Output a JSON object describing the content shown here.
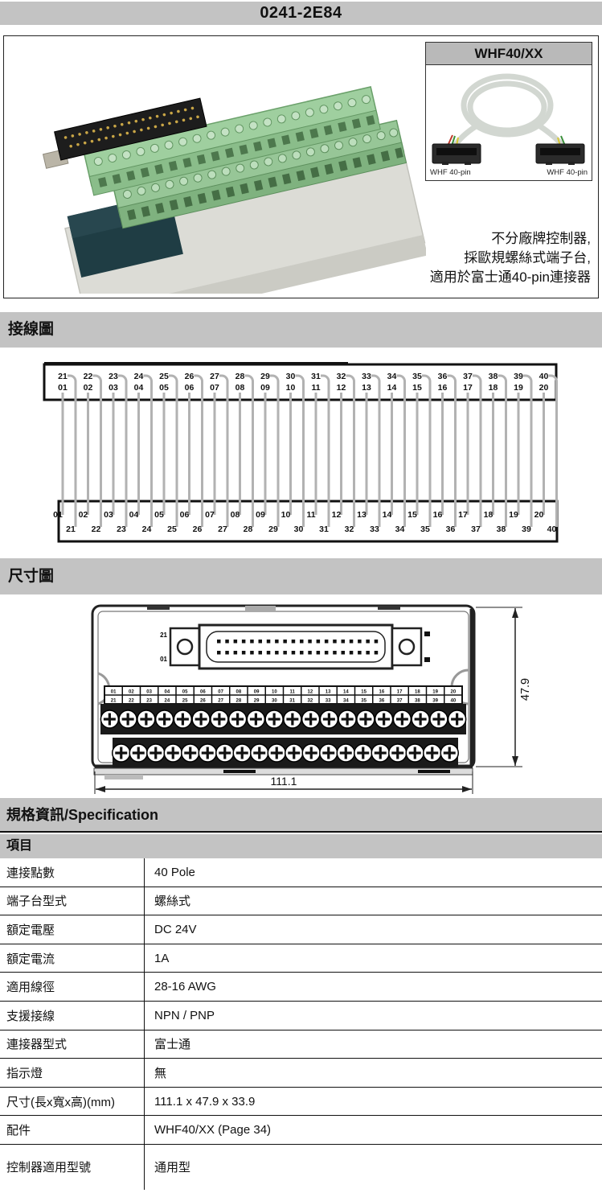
{
  "page": {
    "title": "0241-2E84"
  },
  "product": {
    "photo_name": "terminal-block-module-photo",
    "accessory_box": {
      "title": "WHF40/XX",
      "left_label": "WHF 40-pin",
      "right_label": "WHF 40-pin"
    },
    "description_lines": {
      "line1": "不分廠牌控制器,",
      "line2": "採歐規螺絲式端子台,",
      "line3": "適用於富士通40-pin連接器"
    }
  },
  "sections": {
    "wiring": "接線圖",
    "dimension": "尺寸圖",
    "specification": "規格資訊/Specification",
    "item_header": "項目"
  },
  "wiring_diagram": {
    "top_box": {
      "row1": [
        "21",
        "22",
        "23",
        "24",
        "25",
        "26",
        "27",
        "28",
        "29",
        "30",
        "31",
        "32",
        "33",
        "34",
        "35",
        "36",
        "37",
        "38",
        "39",
        "40"
      ],
      "row2": [
        "01",
        "02",
        "03",
        "04",
        "05",
        "06",
        "07",
        "08",
        "09",
        "10",
        "11",
        "12",
        "13",
        "14",
        "15",
        "16",
        "17",
        "18",
        "19",
        "20"
      ]
    },
    "bottom_box": {
      "row1": [
        "01",
        "02",
        "03",
        "04",
        "05",
        "06",
        "07",
        "08",
        "09",
        "10",
        "11",
        "12",
        "13",
        "14",
        "15",
        "16",
        "17",
        "18",
        "19",
        "20"
      ],
      "row2": [
        "21",
        "22",
        "23",
        "24",
        "25",
        "26",
        "27",
        "28",
        "29",
        "30",
        "31",
        "32",
        "33",
        "34",
        "35",
        "36",
        "37",
        "38",
        "39",
        "40"
      ]
    },
    "line_color": "#b2b2b2"
  },
  "dimension_diagram": {
    "width_label": "111.1",
    "height_label": "47.9",
    "connector_top_label": "21",
    "connector_bottom_label": "01",
    "strip_row1": [
      "01",
      "02",
      "03",
      "04",
      "05",
      "06",
      "07",
      "08",
      "09",
      "10",
      "11",
      "12",
      "13",
      "14",
      "15",
      "16",
      "17",
      "18",
      "19",
      "20"
    ],
    "strip_row2": [
      "21",
      "22",
      "23",
      "24",
      "25",
      "26",
      "27",
      "28",
      "29",
      "30",
      "31",
      "32",
      "33",
      "34",
      "35",
      "36",
      "37",
      "38",
      "39",
      "40"
    ]
  },
  "spec_table": {
    "rows": [
      {
        "label": "連接點數",
        "value": "40 Pole"
      },
      {
        "label": "端子台型式",
        "value": "螺絲式"
      },
      {
        "label": "額定電壓",
        "value": "DC 24V"
      },
      {
        "label": "額定電流",
        "value": "1A"
      },
      {
        "label": "適用線徑",
        "value": "28-16 AWG"
      },
      {
        "label": "支援接線",
        "value": "NPN / PNP"
      },
      {
        "label": "連接器型式",
        "value": "富士通"
      },
      {
        "label": "指示燈",
        "value": "無"
      },
      {
        "label": "尺寸(長x寬x高)(mm)",
        "value": "111.1 x 47.9 x 33.9"
      },
      {
        "label": "配件",
        "value": "WHF40/XX (Page 34)"
      },
      {
        "label": "控制器適用型號",
        "value": "通用型"
      }
    ]
  },
  "colors": {
    "bar_gray": "#c3c3c3",
    "box_header_gray": "#b9b9b9",
    "wire_gray": "#b2b2b2"
  }
}
